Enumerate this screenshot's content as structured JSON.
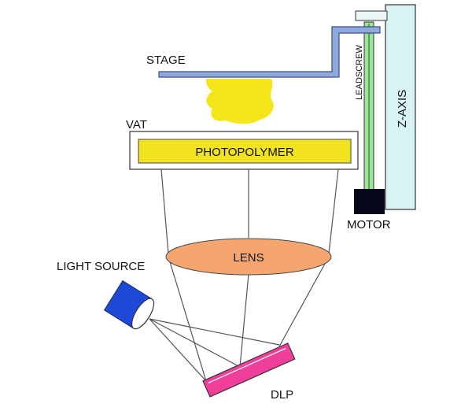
{
  "labels": {
    "stage": "STAGE",
    "vat": "VAT",
    "photopolymer": "PHOTOPOLYMER",
    "leadscrew": "LEADSCREW",
    "z_axis": "Z-AXIS",
    "motor": "MOTOR",
    "lens": "LENS",
    "light_source": "LIGHT SOURCE",
    "dlp": "DLP"
  },
  "colors": {
    "stage": "#8ea9db",
    "stage_stroke": "#3b4f86",
    "print_object": "#f5e61a",
    "photopolymer": "#f1e31f",
    "vat_border": "#333333",
    "leadscrew": "#9be39b",
    "z_axis": "#d8f3f3",
    "motor": "#06061a",
    "lens": "#f4a66e",
    "light_source": "#1e49d8",
    "dlp": "#f03f9a"
  }
}
